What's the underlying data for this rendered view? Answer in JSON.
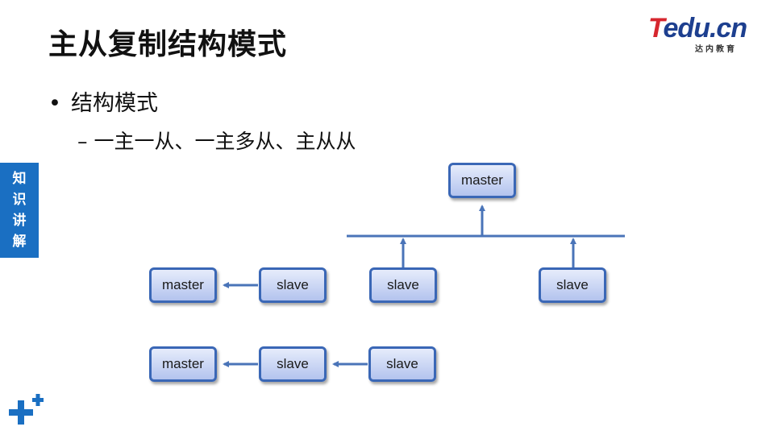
{
  "title": "主从复制结构模式",
  "logo": {
    "main_t": "T",
    "main_rest": "edu.cn",
    "sub": "达内教育"
  },
  "bullet": {
    "marker": "•",
    "text": "结构模式"
  },
  "sub_bullet": {
    "text": "– 一主一从、一主多从、主从从"
  },
  "side_tab": {
    "lines": [
      "知",
      "识",
      "讲",
      "解"
    ]
  },
  "diagram": {
    "one_master_one_slave": {
      "master": "master",
      "slave": "slave"
    },
    "one_master_many_slaves": {
      "master": "master",
      "slave_left": "slave",
      "slave_right": "slave"
    },
    "master_slave_slave": {
      "master": "master",
      "slave_middle": "slave",
      "slave_end": "slave"
    }
  },
  "colors": {
    "node_border": "#3a67b6",
    "connector": "#4a74b8",
    "side_tab": "#1a6fc2",
    "plus_icon": "#1a6fc2",
    "logo_red": "#d6262e",
    "logo_blue": "#1d3f8f"
  }
}
